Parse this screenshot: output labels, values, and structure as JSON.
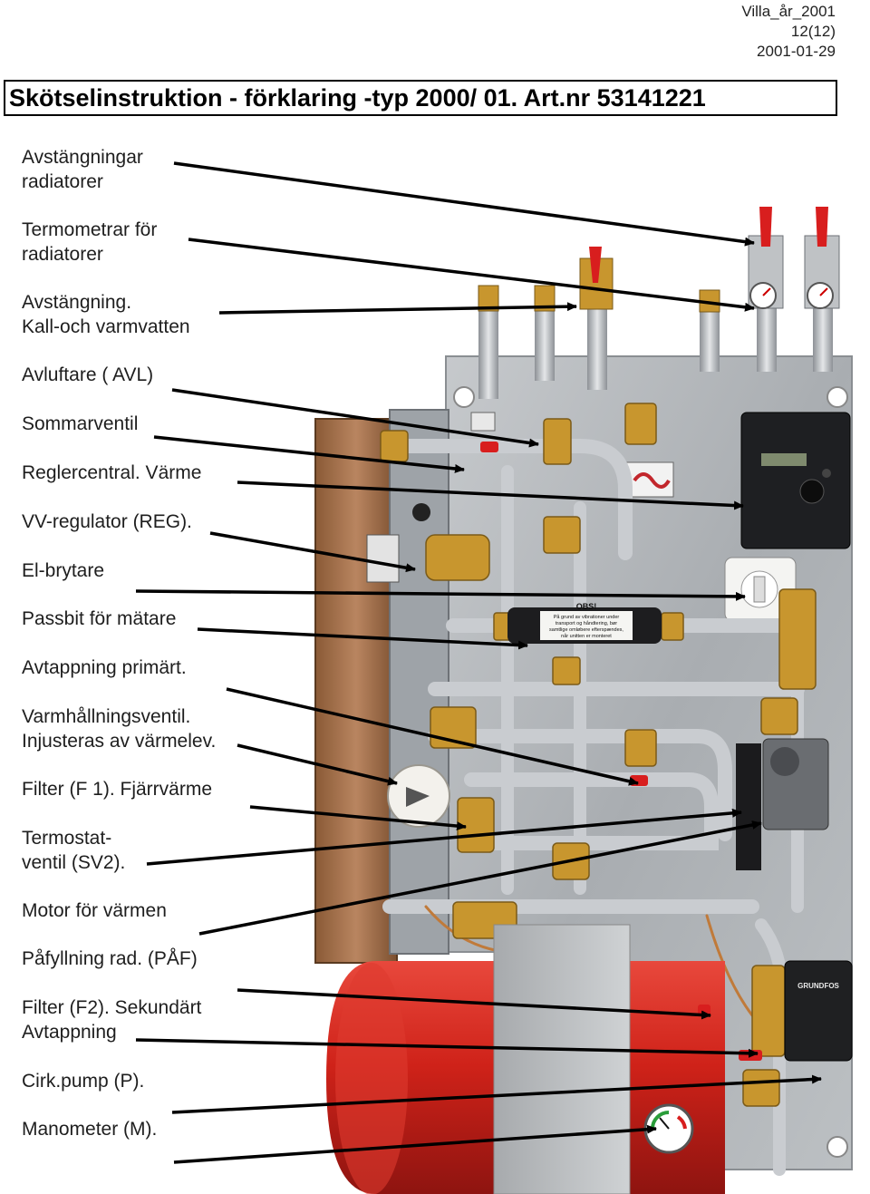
{
  "header": {
    "doc_name": "Villa_år_2001",
    "page": "12(12)",
    "date": "2001-01-29",
    "title": "Skötselinstruktion - förklaring -typ 2000/ 01. Art.nr 53141221"
  },
  "labels": [
    {
      "id": "avstangningar-radiatorer",
      "lines": [
        "Avstängningar",
        "radiatorer"
      ]
    },
    {
      "id": "termometrar-radiatorer",
      "lines": [
        "Termometrar för",
        "radiatorer"
      ]
    },
    {
      "id": "avstangning-vatten",
      "lines": [
        "Avstängning.",
        "Kall-och varmvatten"
      ]
    },
    {
      "id": "avluftare",
      "lines": [
        "Avluftare ( AVL)"
      ]
    },
    {
      "id": "sommarventil",
      "lines": [
        "Sommarventil"
      ]
    },
    {
      "id": "reglercentral",
      "lines": [
        "Reglercentral. Värme"
      ]
    },
    {
      "id": "vv-regulator",
      "lines": [
        "VV-regulator (REG)."
      ]
    },
    {
      "id": "el-brytare",
      "lines": [
        "El-brytare"
      ]
    },
    {
      "id": "passbit",
      "lines": [
        "Passbit för mätare"
      ]
    },
    {
      "id": "avtappning-primart",
      "lines": [
        "Avtappning primärt."
      ]
    },
    {
      "id": "varmhallningsventil",
      "lines": [
        "Varmhållningsventil.",
        "Injusteras av värmelev."
      ]
    },
    {
      "id": "filter-f1",
      "lines": [
        "Filter (F 1). Fjärrvärme"
      ]
    },
    {
      "id": "termostatventil",
      "lines": [
        "Termostat-",
        "ventil (SV2)."
      ]
    },
    {
      "id": "motor",
      "lines": [
        "Motor för värmen"
      ]
    },
    {
      "id": "pafyllning",
      "lines": [
        "Påfyllning rad. (PÅF)"
      ]
    },
    {
      "id": "filter-f2",
      "lines": [
        "Filter (F2). Sekundärt",
        "Avtappning"
      ]
    },
    {
      "id": "cirkpump",
      "lines": [
        "Cirk.pump (P)."
      ]
    },
    {
      "id": "manometer",
      "lines": [
        "Manometer (M)."
      ]
    }
  ],
  "photo_text": {
    "obs_label": "OBS!",
    "obs_note": [
      "På grund av vibrationer under",
      "transport og håndtering, bør",
      "samtlige omløbere efterspændes,",
      "når unitten er monteret"
    ],
    "pump_brand": "GRUNDFOS"
  },
  "colors": {
    "plate": "#b4b8bc",
    "brass": "#c8962e",
    "copper": "#c07a3a",
    "pipe": "#c9ccd0",
    "red_valve": "#d81e1e",
    "tank": "#d8261e",
    "controller": "#1e1f22",
    "arrow": "#000000"
  }
}
